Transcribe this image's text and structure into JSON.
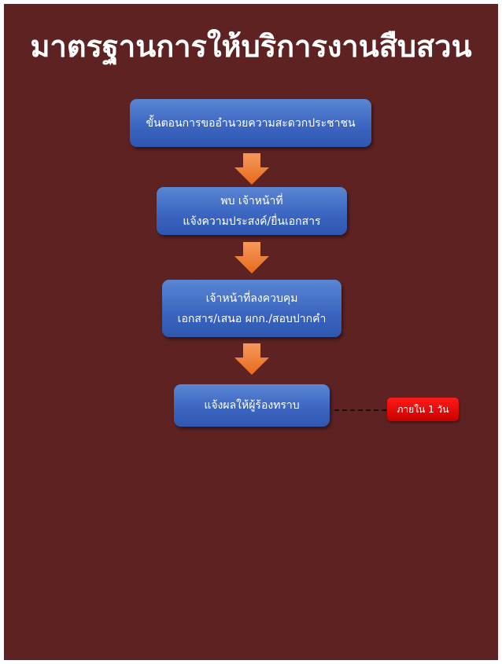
{
  "title": "มาตรฐานการให้บริการงานสืบสวน",
  "steps": [
    {
      "lines": [
        "ขั้นตอนการขออำนวยความสะดวกประชาชน"
      ]
    },
    {
      "lines": [
        "พบ เจ้าหน้าที่",
        "แจ้งความประสงค์/ยื่นเอกสาร"
      ]
    },
    {
      "lines": [
        "เจ้าหน้าที่ลงควบคุม",
        "เอกสาร/เสนอ ผกก./สอบปากคำ"
      ]
    },
    {
      "lines": [
        "แจ้งผลให้ผู้ร้องทราบ"
      ]
    }
  ],
  "duration_badge": "ภายใน 1 วัน",
  "colors": {
    "background": "#5f2222",
    "box": "#3a64bf",
    "arrow": "#f07a2a",
    "badge": "#e00000"
  }
}
